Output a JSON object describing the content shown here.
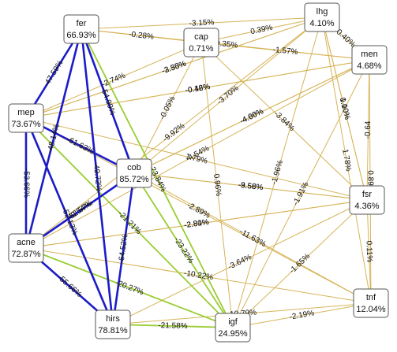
{
  "colors": {
    "strong": "#1c1cc8",
    "medium": "#9acd32",
    "weak": "#d6b458"
  },
  "nodes": [
    {
      "id": "fer",
      "name": "fer",
      "value": "66.93%"
    },
    {
      "id": "cap",
      "name": "cap",
      "value": "0.71%"
    },
    {
      "id": "lhg",
      "name": "lhg",
      "value": "4.10%"
    },
    {
      "id": "men",
      "name": "men",
      "value": "4.68%"
    },
    {
      "id": "mep",
      "name": "mep",
      "value": "73.67%"
    },
    {
      "id": "cob",
      "name": "cob",
      "value": "85.72%"
    },
    {
      "id": "fsr",
      "name": "fsr",
      "value": "4.36%"
    },
    {
      "id": "acne",
      "name": "acne",
      "value": "72.87%"
    },
    {
      "id": "tnf",
      "name": "tnf",
      "value": "12.04%"
    },
    {
      "id": "hirs",
      "name": "hirs",
      "value": "78.81%"
    },
    {
      "id": "igf",
      "name": "igf",
      "value": "24.95%"
    }
  ],
  "edges": [
    {
      "from": "fer",
      "to": "lhg",
      "label": "-3.15%",
      "tier": "weak"
    },
    {
      "from": "fer",
      "to": "cap",
      "label": "-0.28%",
      "tier": "weak"
    },
    {
      "from": "fer",
      "to": "mep",
      "label": "-47.59%",
      "tier": "strong"
    },
    {
      "from": "fer",
      "to": "acne",
      "label": "-48.14%",
      "tier": "strong"
    },
    {
      "from": "fer",
      "to": "hirs",
      "label": "-49.72%",
      "tier": "strong"
    },
    {
      "from": "fer",
      "to": "cob",
      "label": "-54.99%",
      "tier": "strong"
    },
    {
      "from": "fer",
      "to": "men",
      "label": "-0.35%",
      "tier": "weak"
    },
    {
      "from": "fer",
      "to": "igf",
      "label": "-23.84%",
      "tier": "medium"
    },
    {
      "from": "cap",
      "to": "lhg",
      "label": "0.39%",
      "tier": "weak"
    },
    {
      "from": "cap",
      "to": "mep",
      "label": "-2.74%",
      "tier": "weak"
    },
    {
      "from": "cap",
      "to": "men",
      "label": "-1.57%",
      "tier": "weak"
    },
    {
      "from": "cap",
      "to": "fsr",
      "label": "-3.84%",
      "tier": "weak"
    },
    {
      "from": "cap",
      "to": "cob",
      "label": "-0.05%",
      "tier": "weak"
    },
    {
      "from": "cap",
      "to": "igf",
      "label": "0.96%",
      "tier": "weak"
    },
    {
      "from": "lhg",
      "to": "mep",
      "label": "-3.35%",
      "tier": "weak"
    },
    {
      "from": "lhg",
      "to": "men",
      "label": "0.40%",
      "tier": "weak"
    },
    {
      "from": "lhg",
      "to": "cob",
      "label": "-3.70%",
      "tier": "weak"
    },
    {
      "from": "lhg",
      "to": "tnf",
      "label": "1.78%",
      "tier": "weak"
    },
    {
      "from": "lhg",
      "to": "igf",
      "label": "-1.96%",
      "tier": "weak"
    },
    {
      "from": "lhg",
      "to": "fsr",
      "label": "0.10%",
      "tier": "weak"
    },
    {
      "from": "men",
      "to": "mep",
      "label": "-0.16%",
      "tier": "weak"
    },
    {
      "from": "men",
      "to": "tnf",
      "label": "0.89%",
      "tier": "weak"
    },
    {
      "from": "men",
      "to": "cob",
      "label": "-4.60%",
      "tier": "weak"
    },
    {
      "from": "men",
      "to": "igf",
      "label": "-1.91%",
      "tier": "weak"
    },
    {
      "from": "men",
      "to": "acne",
      "label": "-4.54%",
      "tier": "weak"
    },
    {
      "from": "men",
      "to": "fsr",
      "label": "-0.64",
      "tier": "weak"
    },
    {
      "from": "mep",
      "to": "cob",
      "label": "-61.63%",
      "tier": "strong"
    },
    {
      "from": "mep",
      "to": "acne",
      "label": "-53.66%",
      "tier": "strong"
    },
    {
      "from": "mep",
      "to": "hirs",
      "label": "-52.13%",
      "tier": "strong"
    },
    {
      "from": "mep",
      "to": "fsr",
      "label": "1.79%",
      "tier": "weak"
    },
    {
      "from": "mep",
      "to": "igf",
      "label": "-21.21%",
      "tier": "medium"
    },
    {
      "from": "mep",
      "to": "tnf",
      "label": "-2.89%",
      "tier": "weak"
    },
    {
      "from": "mep",
      "to": "men",
      "label": "-0.42%",
      "tier": "weak"
    },
    {
      "from": "mep",
      "to": "lhg",
      "label": "-2.50%",
      "tier": "weak"
    },
    {
      "from": "cob",
      "to": "acne",
      "label": "-52.57%",
      "tier": "strong"
    },
    {
      "from": "cob",
      "to": "hirs",
      "label": "-64.52%",
      "tier": "strong"
    },
    {
      "from": "cob",
      "to": "fsr",
      "label": "-3.56%",
      "tier": "weak"
    },
    {
      "from": "cob",
      "to": "igf",
      "label": "-23.22%",
      "tier": "medium"
    },
    {
      "from": "cob",
      "to": "tnf",
      "label": "-11.63%",
      "tier": "weak"
    },
    {
      "from": "cob",
      "to": "men",
      "label": "-4.06%",
      "tier": "weak"
    },
    {
      "from": "acne",
      "to": "hirs",
      "label": "-55.66%",
      "tier": "strong"
    },
    {
      "from": "acne",
      "to": "igf",
      "label": "-20.27%",
      "tier": "medium"
    },
    {
      "from": "acne",
      "to": "fsr",
      "label": "-2.80%",
      "tier": "weak"
    },
    {
      "from": "acne",
      "to": "tnf",
      "label": "-10.22%",
      "tier": "weak"
    },
    {
      "from": "acne",
      "to": "lhg",
      "label": "-9.92%",
      "tier": "weak"
    },
    {
      "from": "acne",
      "to": "cob",
      "label": "-0.54%",
      "tier": "weak"
    },
    {
      "from": "fsr",
      "to": "tnf",
      "label": "0.11%",
      "tier": "weak"
    },
    {
      "from": "fsr",
      "to": "igf",
      "label": "-1.65%",
      "tier": "weak"
    },
    {
      "from": "fsr",
      "to": "hirs",
      "label": "-3.64%",
      "tier": "weak"
    },
    {
      "from": "fsr",
      "to": "cob",
      "label": "-9.58%",
      "tier": "weak"
    },
    {
      "from": "fsr",
      "to": "acne",
      "label": "-2.81%",
      "tier": "weak"
    },
    {
      "from": "fsr",
      "to": "lhg",
      "label": "1.00%",
      "tier": "weak"
    },
    {
      "from": "hirs",
      "to": "igf",
      "label": "-21.58%",
      "tier": "medium"
    },
    {
      "from": "hirs",
      "to": "tnf",
      "label": "-10.79%",
      "tier": "weak"
    },
    {
      "from": "igf",
      "to": "tnf",
      "label": "-2.19%",
      "tier": "weak"
    }
  ]
}
